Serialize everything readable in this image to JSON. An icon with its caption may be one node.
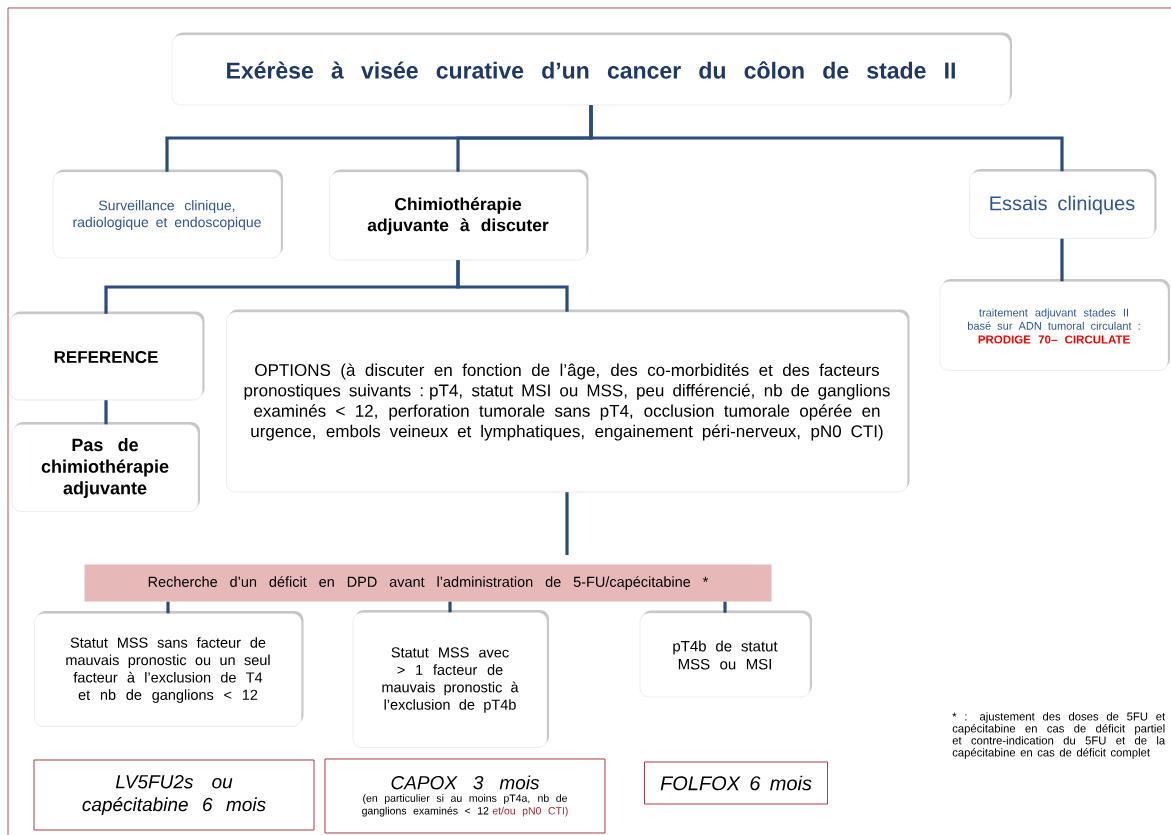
{
  "diagram": {
    "nodes": [
      {
        "text": [
          "Exérèse à visée curative d’un cancer du côlon de stade II"
        ]
      },
      {
        "text": [
          "Surveillance clinique, radiologique et endoscopique"
        ]
      },
      {
        "text": [
          "Chimiothérapie adjuvante à discuter"
        ]
      },
      {
        "text": [
          "Essais cliniques"
        ]
      },
      {
        "text": [
          "traitement adjuvant stades II basé sur ADN tumoral circulant :",
          "PRODIGE 70– CIRCULATE"
        ]
      },
      {
        "text": [
          "REFERENCE"
        ]
      },
      {
        "text": [
          "OPTIONS (à discuter en fonction de l’âge, des co-morbidités et des facteurs pronostiques suivants : pT4, statut MSI ou MSS, peu différencié, nb de ganglions examinés < 12, perforation tumorale sans pT4, occlusion tumorale opérée en urgence, embols veineux et lymphatiques, engainement péri-nerveux, pN0 CTI)"
        ]
      },
      {
        "text": [
          "Pas de chimiothérapie adjuvante"
        ]
      },
      {
        "text": [
          "Recherche d’un déficit en DPD avant l’administration de 5-FU/capécitabine *"
        ]
      },
      {
        "text": [
          "Statut MSS sans facteur de mauvais pronostic ou un seul facteur à l’exclusion de T4 et nb de ganglions < 12"
        ]
      },
      {
        "text": [
          "Statut MSS avec > 1 facteur de mauvais pronostic à l’exclusion de pT4b"
        ]
      },
      {
        "text": [
          "pT4b de statut MSS ou MSI"
        ]
      },
      {
        "text": [
          "LV5FU2s ou capécitabine 6 mois"
        ]
      },
      {
        "text": [
          "CAPOX 3 mois",
          "(en particulier si au moins pT4a, nb de ganglions examinés < 12",
          "et/ou pN0 CTI)"
        ]
      },
      {
        "text": [
          "FOLFOX 6 mois"
        ]
      }
    ],
    "edges": [
      {
        "from": 0,
        "to": 1,
        "arrow": "none"
      },
      {
        "from": 0,
        "to": 2,
        "arrow": "none"
      },
      {
        "from": 0,
        "to": 3,
        "arrow": "none"
      },
      {
        "from": 2,
        "to": 5,
        "arrow": "none"
      },
      {
        "from": 2,
        "to": 6,
        "arrow": "none"
      },
      {
        "from": 5,
        "to": 7,
        "arrow": "none"
      },
      {
        "from": 3,
        "to": 4,
        "arrow": "none"
      },
      {
        "from": 6,
        "to": 8,
        "arrow": "none"
      },
      {
        "from": 8,
        "to": 9,
        "arrow": "none"
      },
      {
        "from": 8,
        "to": 10,
        "arrow": "none"
      },
      {
        "from": 8,
        "to": 11,
        "arrow": "none"
      }
    ],
    "labels": [
      "* : ajustement des doses de 5FU et capécitabine en cas de déficit partiel et contre-indication du 5FU et de la capécitabine en cas de déficit complet"
    ]
  }
}
